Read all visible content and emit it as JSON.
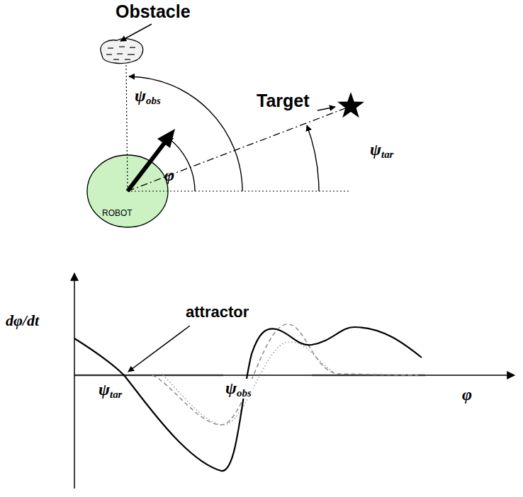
{
  "diagram": {
    "nodes": [
      {
        "text": [
          "ROBOT"
        ]
      }
    ],
    "labels": [
      "Obstacle",
      "ψobs",
      "Target",
      "φ",
      "ψtar",
      "dφ/dt",
      "attractor",
      "ψtar",
      "ψobs",
      "φ"
    ]
  }
}
